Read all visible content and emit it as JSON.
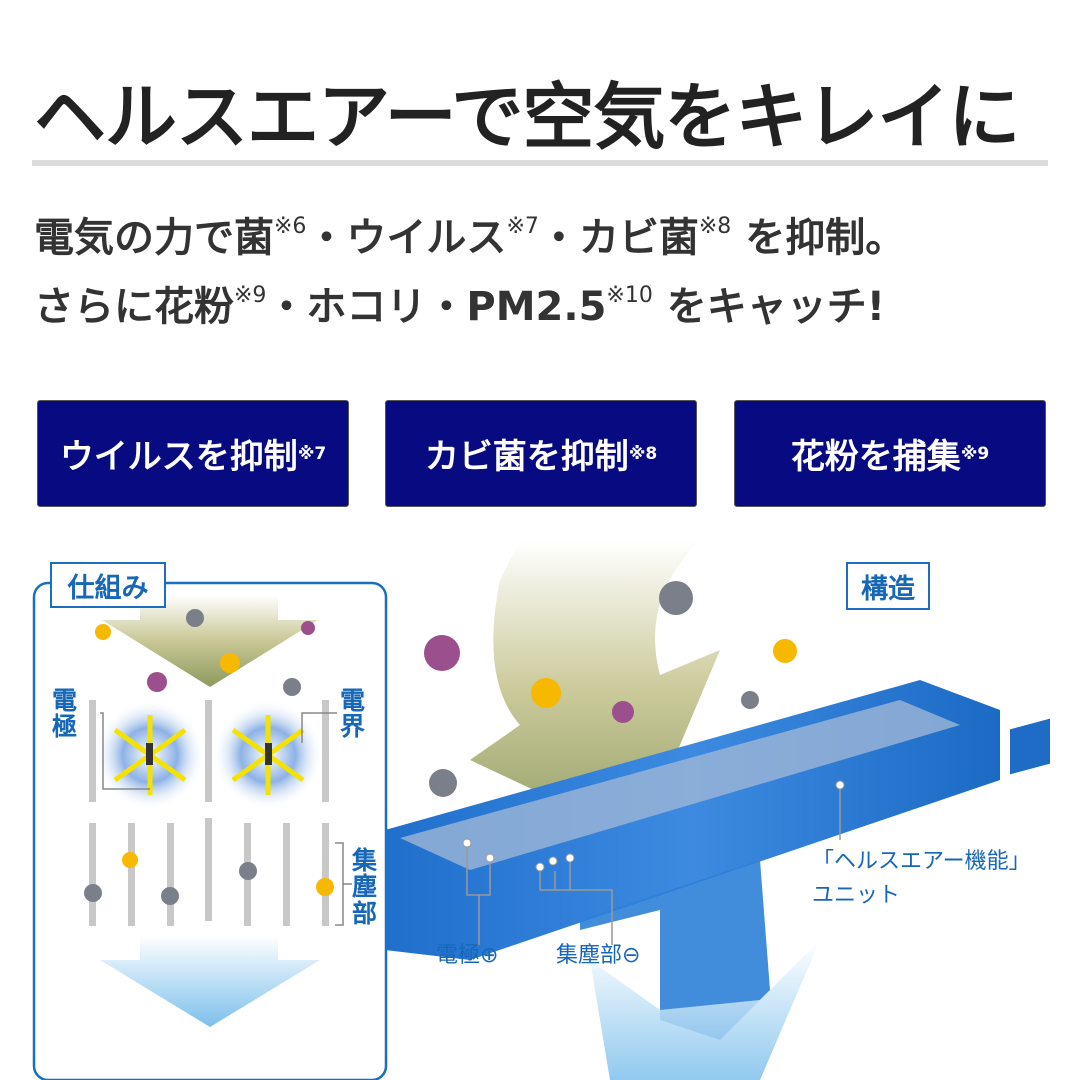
{
  "title": "ヘルスエアーで空気をキレイに",
  "subtitle": {
    "line1": [
      {
        "t": "電気の力で菌"
      },
      {
        "sup": "※6"
      },
      {
        "t": "・ウイルス"
      },
      {
        "sup": "※7"
      },
      {
        "t": "・カビ菌"
      },
      {
        "sup": "※8"
      },
      {
        "t": " を抑制。"
      }
    ],
    "line2": [
      {
        "t": "さらに花粉"
      },
      {
        "sup": "※9"
      },
      {
        "t": "・ホコリ・PM2.5"
      },
      {
        "sup": "※10"
      },
      {
        "t": " をキャッチ!"
      }
    ]
  },
  "features": [
    {
      "label": "ウイルスを抑制",
      "note": "※7"
    },
    {
      "label": "カビ菌を抑制",
      "note": "※8"
    },
    {
      "label": "花粉を捕集",
      "note": "※9"
    }
  ],
  "mechanism": {
    "tag": "仕組み",
    "electrode": "電極",
    "field": "電界",
    "collector": "集塵部"
  },
  "structure": {
    "tag": "構造",
    "unit_line1": "「ヘルスエアー機能」",
    "unit_line2": "ユニット",
    "electrode_plus": "電極⊕",
    "collector_minus": "集塵部⊖"
  },
  "colors": {
    "navy": "#070a80",
    "blue": "#1a6fc0",
    "virus": "#9b4f8c",
    "pollen": "#f7b800",
    "dust": "#7a7f89"
  }
}
